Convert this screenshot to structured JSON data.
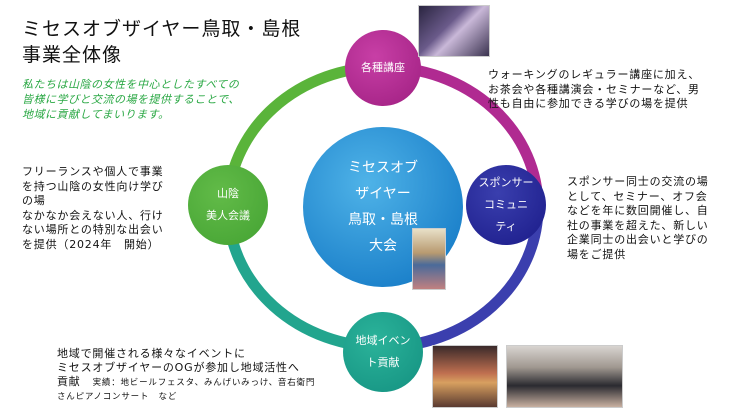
{
  "title": {
    "line1": "ミセスオブザイヤー鳥取・島根",
    "line2": "事業全体像"
  },
  "intro": {
    "line1": "私たちは山陰の女性を中心としたすべての",
    "line2": "皆様に学びと交流の場を提供することで、",
    "line3": "地域に貢献してまいります。"
  },
  "center": {
    "line1": "ミセスオブ",
    "line2": "ザイヤー",
    "line3": "鳥取・島根",
    "line4": "大会"
  },
  "nodes": {
    "top": {
      "label": "各種講座",
      "color": "#b5288f"
    },
    "right": {
      "line1": "スポンサー",
      "line2": "コミュニ",
      "line3": "ティ",
      "color": "#2a2a9a"
    },
    "bottom": {
      "line1": "地域イベン",
      "line2": "ト貢献",
      "color": "#1a9d8c"
    },
    "left": {
      "line1": "山陰",
      "line2": "美人会議",
      "color": "#4caf3c"
    }
  },
  "descriptions": {
    "top": [
      "ウォーキングのレギュラー講座に加え、",
      "お茶会や各種講演会・セミナーなど、男",
      "性も自由に参加できる学びの場を提供"
    ],
    "right": [
      "スポンサー同士の交流の場",
      "として、セミナー、オフ会",
      "などを年に数回開催し、自",
      "社の事業を超えた、新しい",
      "企業同士の出会いと学びの",
      "場をご提供"
    ],
    "left": [
      "フリーランスや個人で事業",
      "を持つ山陰の女性向け学び",
      "の場",
      "なかなか会えない人、行け",
      "ない場所との特別な出会い",
      "を提供（2024年　開始）"
    ],
    "bottom": {
      "line1": "地域で開催される様々なイベントに",
      "line2": "ミセスオブザイヤーのOGが参加し地域活性へ",
      "line3a": "貢献",
      "line3b": "実績：地ビールフェスタ、みんげいみっけ、音右衛門",
      "line4": "さんピアノコンサート　など"
    }
  }
}
